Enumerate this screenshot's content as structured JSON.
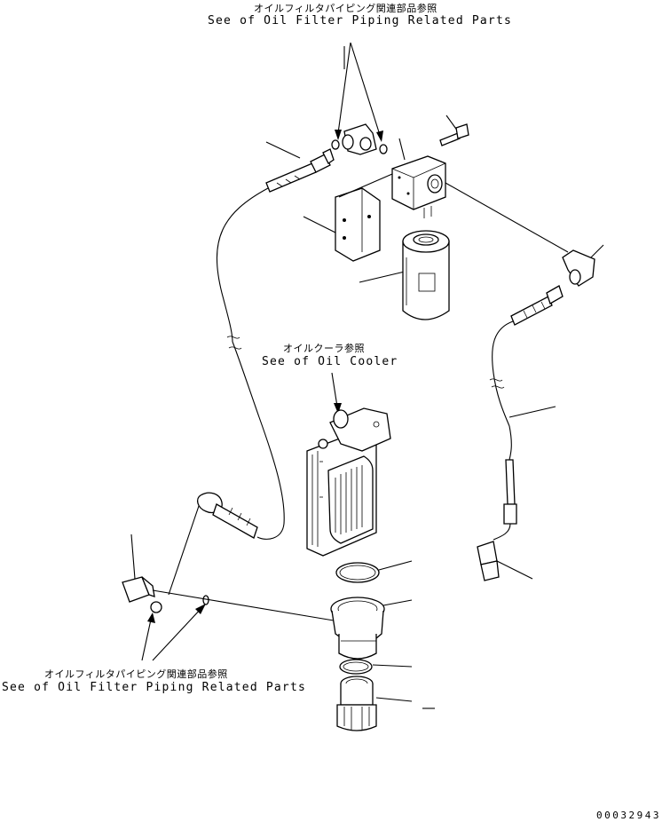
{
  "callouts": {
    "top_jp": "オイルフィルタパイピング関連部品参照",
    "top_en": "See of Oil Filter Piping Related Parts",
    "cooler_jp": "オイルクーラ参照",
    "cooler_en": "See of Oil Cooler",
    "bottom_jp": "オイルフィルタパイピング関連部品参照",
    "bottom_en": "See of Oil Filter Piping Related Parts"
  },
  "drawing_number": "00032943",
  "icons": {
    "hose_left": "hose-icon",
    "hose_right": "hose-icon",
    "filter_head": "filter-head-icon",
    "oil_filter": "oil-filter-cartridge-icon",
    "bracket": "bracket-icon",
    "oil_cooler": "oil-cooler-icon",
    "elbow": "elbow-fitting-icon",
    "connector": "connector-fitting-icon",
    "oring": "o-ring-icon",
    "adapter": "adapter-icon",
    "bolt": "bolt-icon"
  }
}
